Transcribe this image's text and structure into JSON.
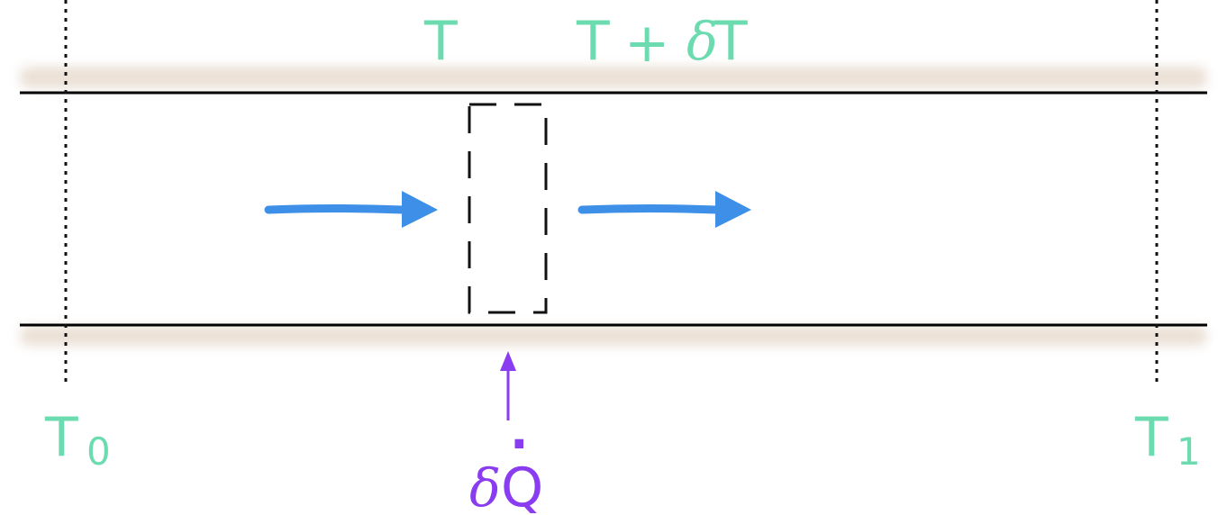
{
  "labels": {
    "t_in": "T",
    "t_out_base": "T",
    "t_out_plus": "+",
    "t_out_delta": "δ",
    "t_out_var": "T",
    "t0_base": "T",
    "t0_sub": "0",
    "t1_base": "T",
    "t1_sub": "1",
    "heat_delta": "δ",
    "heat_var": "Q",
    "heat_dot": "·"
  },
  "colors": {
    "temperature": "#6cdcb0",
    "flow_arrow": "#3d8fe8",
    "heat_arrow": "#8a3df0",
    "wall_line": "#000000",
    "wall_shadow": "#e8dcd0",
    "control_volume": "#111111",
    "section_marker": "#111111"
  },
  "icons": {
    "flow_in": "arrow-right-icon",
    "flow_out": "arrow-right-icon",
    "heat_input": "arrow-up-icon"
  }
}
